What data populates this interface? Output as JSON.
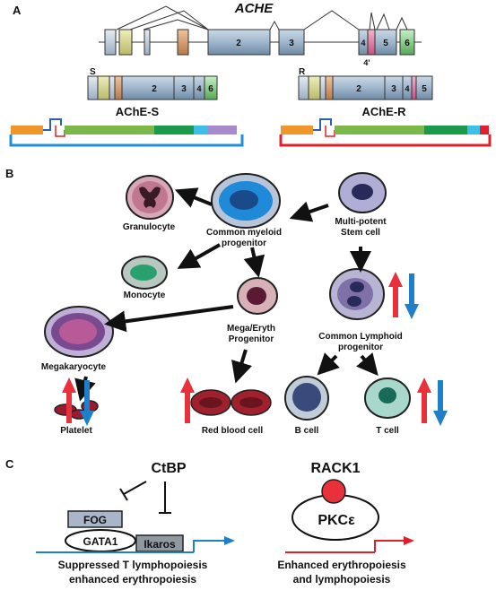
{
  "panels": {
    "a": "A",
    "b": "B",
    "c": "C"
  },
  "gene": {
    "name": "ACHE",
    "exons": [
      "2",
      "3",
      "4",
      "5",
      "6"
    ],
    "exon4p": "4'"
  },
  "variant_s": {
    "letter": "S",
    "exons": [
      "2",
      "3",
      "4",
      "6"
    ],
    "protein": "AChE-S"
  },
  "variant_r": {
    "letter": "R",
    "exons": [
      "2",
      "3",
      "4",
      "5"
    ],
    "protein": "AChE-R"
  },
  "cells": {
    "granulocyte": "Granulocyte",
    "cmp_line1": "Common myeloid",
    "cmp_line2": "progenitor",
    "stem_line1": "Multi-potent",
    "stem_line2": "Stem cell",
    "monocyte": "Monocyte",
    "mep_line1": "Mega/Eryth",
    "mep_line2": "Progenitor",
    "clp_line1": "Common Lymphoid",
    "clp_line2": "progenitor",
    "megakaryocyte": "Megakaryocyte",
    "platelet": "Platelet",
    "rbc": "Red blood cell",
    "bcell": "B cell",
    "tcell": "T cell"
  },
  "panel_c": {
    "ctbp": "CtBP",
    "fog": "FOG",
    "gata1": "GATA1",
    "ikaros": "Ikaros",
    "left_line1": "Suppressed T lymphopoiesis",
    "left_line2": "enhanced erythropoiesis",
    "rack1": "RACK1",
    "pkc": "PKCε",
    "right_line1": "Enhanced erythropoiesis",
    "right_line2": "and lymphopoiesis"
  },
  "colors": {
    "exon_blue": "#9fb6cc",
    "exon_green": "#8fd08f",
    "exon_olive": "#d9d98c",
    "exon_orange": "#d9a070",
    "exon_pink": "#e07aa0",
    "ache_s_bracket": "#1f8fd8",
    "ache_r_bracket": "#e0202a",
    "arrow_up": "#e8313a",
    "arrow_down": "#1f7fc8"
  }
}
